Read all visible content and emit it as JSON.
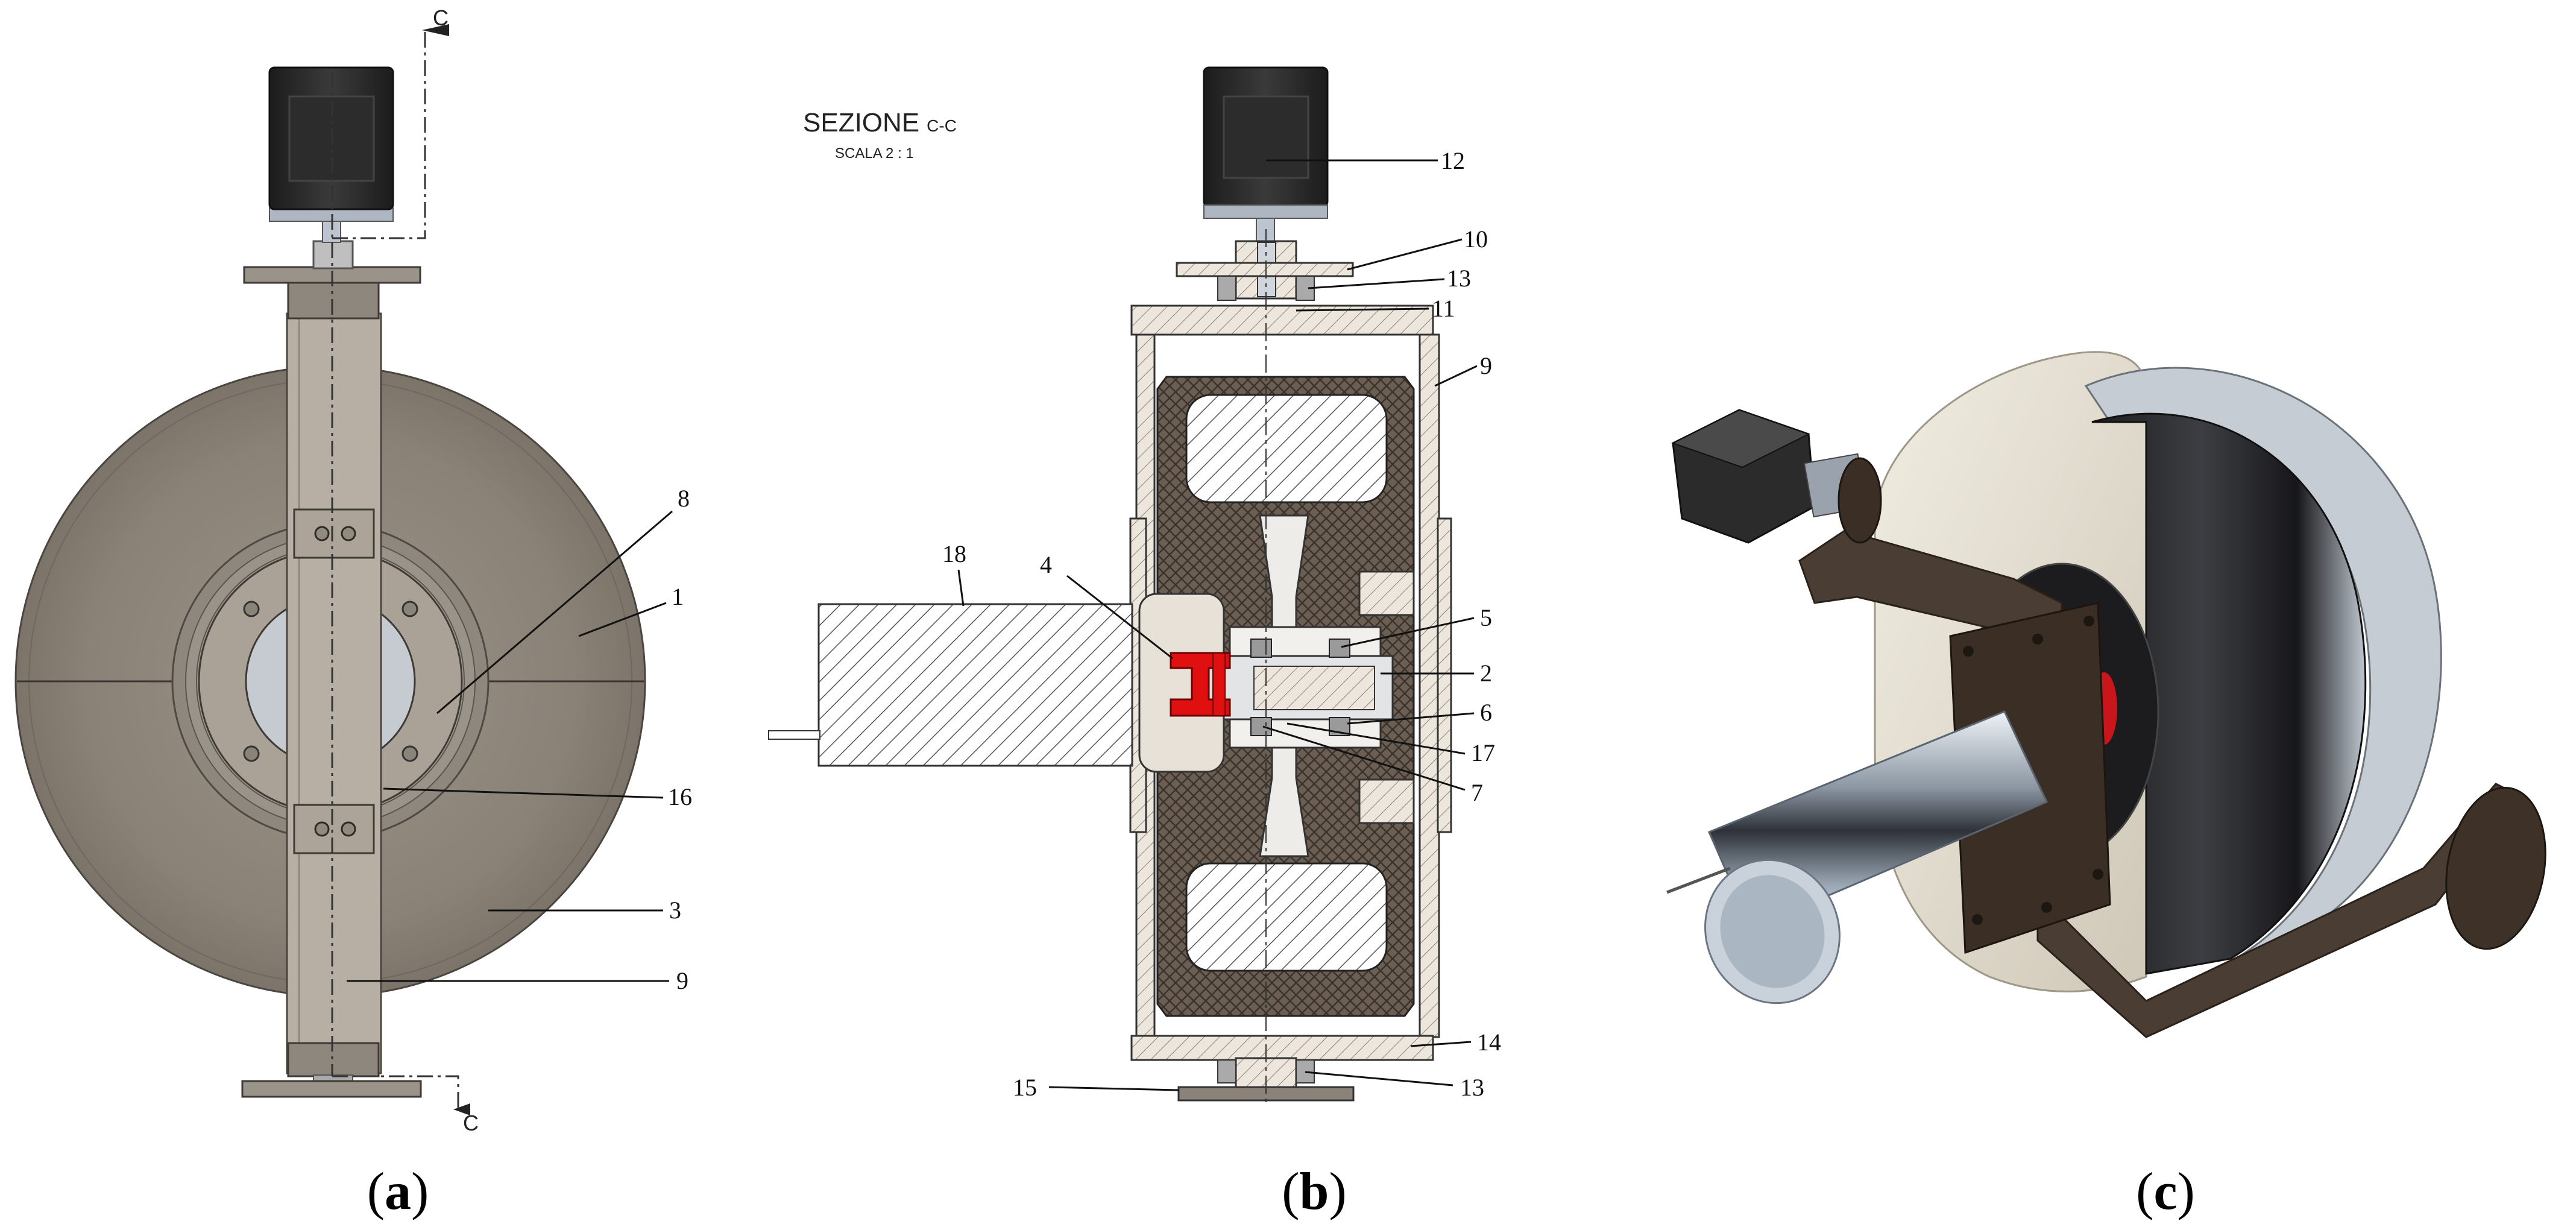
{
  "panel_a": {
    "caption_letter": "a",
    "section_marker": "C",
    "labels": {
      "l8": "8",
      "l1": "1",
      "l16": "16",
      "l3": "3",
      "l9": "9"
    }
  },
  "panel_b": {
    "caption_letter": "b",
    "section_title": "SEZIONE",
    "section_suffix": "C-C",
    "scale_text": "SCALA 2 : 1",
    "labels": {
      "l12": "12",
      "l10": "10",
      "l13a": "13",
      "l11": "11",
      "l9": "9",
      "l18": "18",
      "l4": "4",
      "l5": "5",
      "l2": "2",
      "l6": "6",
      "l17": "17",
      "l7": "7",
      "l14": "14",
      "l15": "15",
      "l13b": "13"
    }
  },
  "panel_c": {
    "caption_letter": "c"
  },
  "colors": {
    "housing": "#8b8379",
    "frame": "#b4aca2",
    "motor": "#2b2b2b",
    "section_fill": "#d8cfc2",
    "rubber": "#5a5046",
    "highlight": "#e01010",
    "disc_cream": "#e6e0d0",
    "dark_metal": "#2a2a2c",
    "bracket": "#4a3d33"
  }
}
